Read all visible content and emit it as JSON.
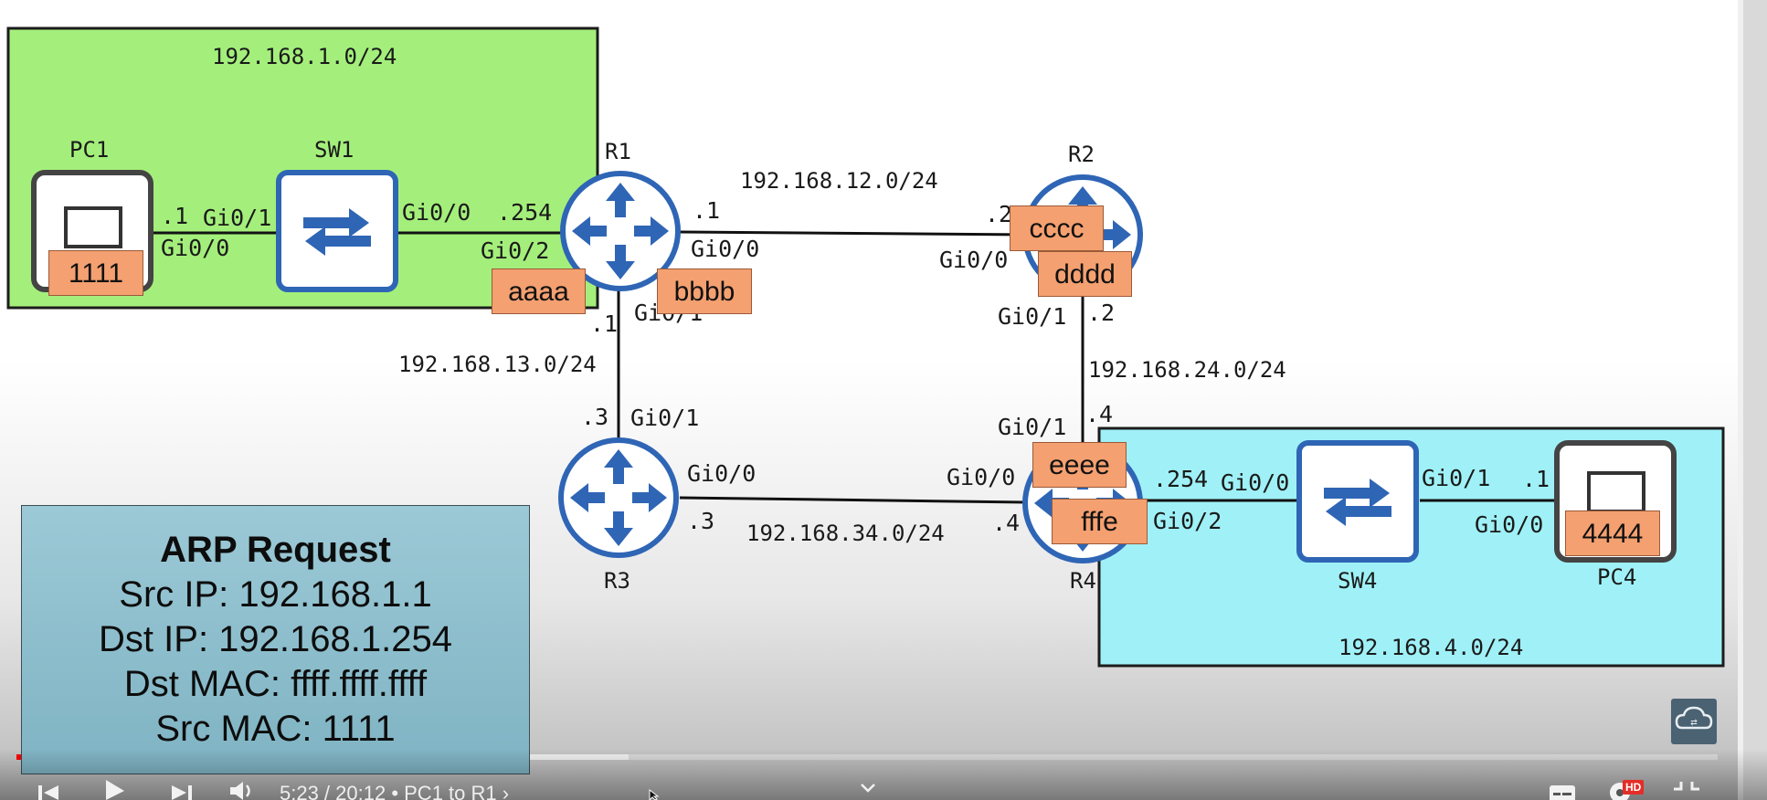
{
  "diagram": {
    "networks": {
      "lan1": "192.168.1.0/24",
      "r1r2": "192.168.12.0/24",
      "r1r3": "192.168.13.0/24",
      "r2r4": "192.168.24.0/24",
      "r3r4": "192.168.34.0/24",
      "lan4": "192.168.4.0/24"
    },
    "devices": {
      "pc1": "PC1",
      "sw1": "SW1",
      "r1": "R1",
      "r2": "R2",
      "r3": "R3",
      "r4": "R4",
      "sw4": "SW4",
      "pc4": "PC4"
    },
    "interfaces": {
      "pc1_gi00": "Gi0/0",
      "pc1_ip": ".1",
      "sw1_gi01": "Gi0/1",
      "sw1_gi00": "Gi0/0",
      "r1_gi02": "Gi0/2",
      "r1_gi02_ip": ".254",
      "r1_gi00": "Gi0/0",
      "r1_gi00_ip": ".1",
      "r1_gi01": "Gi0/1",
      "r1_gi01_ip": ".1",
      "r2_gi00": "Gi0/0",
      "r2_gi00_ip": ".2",
      "r2_gi01": "Gi0/1",
      "r2_gi01_ip": ".2",
      "r3_gi01": "Gi0/1",
      "r3_gi01_ip": ".3",
      "r3_gi00": "Gi0/0",
      "r3_gi00_ip": ".3",
      "r4_gi01": "Gi0/1",
      "r4_gi01_ip": ".4",
      "r4_gi00": "Gi0/0",
      "r4_gi00_ip": ".4",
      "r4_gi02": "Gi0/2",
      "r4_gi02_ip": ".254",
      "sw4_gi00": "Gi0/0",
      "sw4_gi01": "Gi0/1",
      "pc4_gi00": "Gi0/0",
      "pc4_ip": ".1"
    },
    "macs": {
      "pc1": "1111",
      "r1_gi02": "aaaa",
      "r1_gi00": "bbbb",
      "r2_gi00": "cccc",
      "r2_gi01": "dddd",
      "r4_gi01": "eeee",
      "r4_gi02": "fffe",
      "pc4": "4444"
    }
  },
  "arp_box": {
    "title": "ARP Request",
    "src_ip": "Src IP: 192.168.1.1",
    "dst_ip": "Dst IP: 192.168.1.254",
    "dst_mac": "Dst MAC: ffff.ffff.ffff",
    "src_mac": "Src MAC: 1111"
  },
  "player": {
    "time": "5:23 / 20:12 • PC1 to R1 ›",
    "progress_fraction": 0.267,
    "buffered_fraction": 0.36,
    "icons": [
      "skip-previous-icon",
      "play-icon",
      "skip-next-icon",
      "volume-icon",
      "chevron-down-icon",
      "subtitles-icon",
      "settings-icon",
      "exit-fullscreen-icon",
      "cloud-logo-icon"
    ],
    "hd_badge": "HD"
  },
  "colors": {
    "lan1": "#a4ef7b",
    "lan4": "#9ff1f7",
    "device_blue": "#2f65b5",
    "mac_tag": "#f4a070",
    "progress_red": "#ff0000"
  }
}
